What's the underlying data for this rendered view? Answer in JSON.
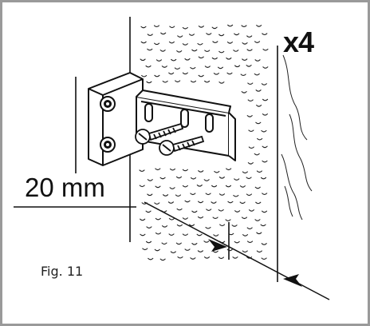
{
  "figure": {
    "quantity_label": "x4",
    "dimension_label": "20 mm",
    "caption": "Fig. 11"
  },
  "colors": {
    "line": "#111111",
    "frame": "#9a9a9a",
    "background": "#ffffff"
  },
  "icons": [
    "bracket-plate",
    "wood-screw",
    "arrow"
  ]
}
